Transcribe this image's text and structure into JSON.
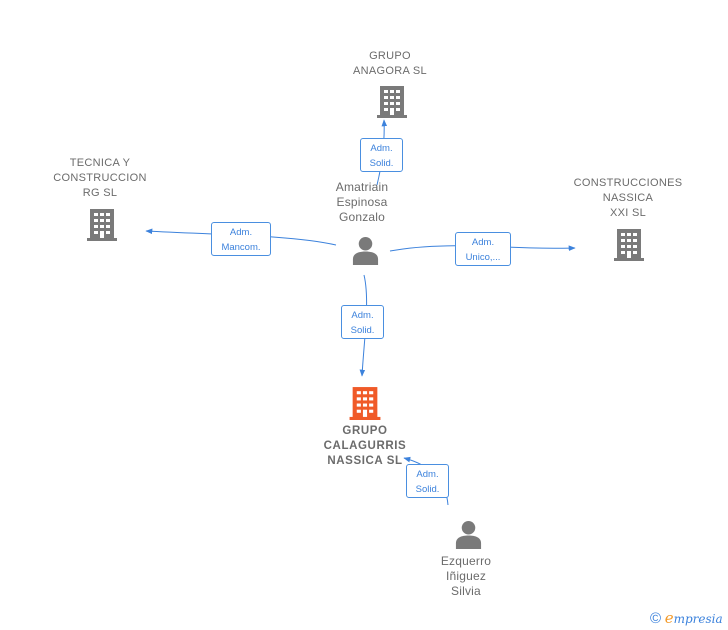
{
  "nodes": {
    "grupo_anagora": {
      "label": "GRUPO\nANAGORA  SL"
    },
    "tecnica": {
      "label": "TECNICA Y\nCONSTRUCCION\nRG  SL"
    },
    "construcciones": {
      "label": "CONSTRUCCIONES\nNASSICA\nXXI  SL"
    },
    "calagurris": {
      "label": "GRUPO\nCALAGURRIS\nNASSICA  SL"
    },
    "amatriain": {
      "label": "Amatriain\nEspinosa\nGonzalo"
    },
    "ezquerro": {
      "label": "Ezquerro\nIñiguez\nSilvia"
    }
  },
  "edges": {
    "to_anagora": {
      "label": "Adm.\nSolid."
    },
    "to_tecnica": {
      "label": "Adm.\nMancom."
    },
    "to_construcciones": {
      "label": "Adm.\nUnico,..."
    },
    "to_calagurris": {
      "label": "Adm.\nSolid."
    },
    "ezquerro_to_calagurris": {
      "label": "Adm.\nSolid."
    }
  },
  "colors": {
    "building_gray": "#7a7a7a",
    "building_focus": "#f05a28",
    "person_gray": "#7a7a7a",
    "edge_blue": "#3c82dc"
  },
  "footer": {
    "copyright": "©",
    "brand_initial": "e",
    "brand_rest": "mpresia"
  }
}
